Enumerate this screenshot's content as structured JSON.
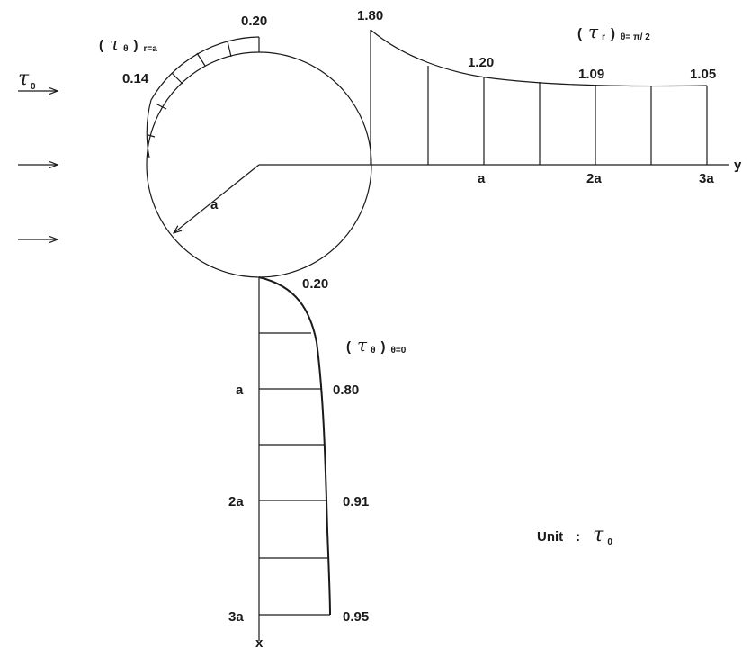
{
  "inflow": {
    "symbol": "τ",
    "subscript": "0"
  },
  "circle_profile": {
    "label_paren_open": "(",
    "label_symbol": "τ",
    "label_symbol_sub": "θ",
    "label_paren_close": ")",
    "label_condition": "r=a",
    "top_value": "0.20",
    "side_value": "0.14"
  },
  "radius_label": "a",
  "right_profile": {
    "label_paren_open": "(",
    "label_symbol": "τ",
    "label_symbol_sub": "r",
    "label_paren_close": ")",
    "label_condition": "θ= π/ 2",
    "axis_label": "y",
    "tick_labels": [
      "a",
      "2a",
      "3a"
    ],
    "values": [
      "1.80",
      "1.20",
      "1.09",
      "1.05"
    ]
  },
  "bottom_profile": {
    "label_paren_open": "(",
    "label_symbol": "τ",
    "label_symbol_sub": "θ",
    "label_paren_close": ")",
    "label_condition": "θ=0",
    "axis_label": "x",
    "tick_labels": [
      "a",
      "2a",
      "3a"
    ],
    "values": [
      "0.20",
      "0.80",
      "0.91",
      "0.95"
    ]
  },
  "unit": {
    "prefix": "Unit",
    "colon": ":",
    "symbol": "τ",
    "subscript": "0"
  }
}
